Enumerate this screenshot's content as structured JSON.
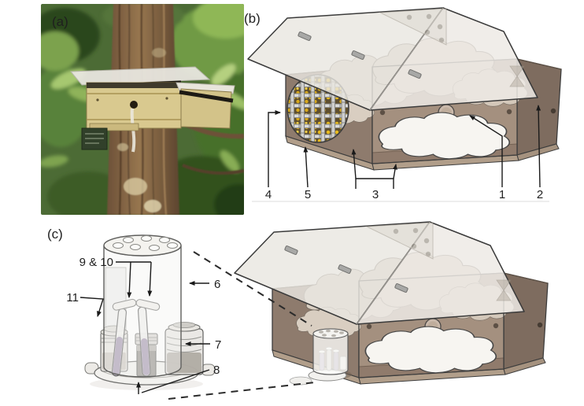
{
  "figure": {
    "panel_labels": {
      "a": "(a)",
      "b": "(b)",
      "c": "(c)"
    },
    "panel_b_callouts": {
      "n1": "1",
      "n2": "2",
      "n3": "3",
      "n4": "4",
      "n5": "5"
    },
    "panel_c_callouts": {
      "n6": "6",
      "n7": "7",
      "n8": "8",
      "n9_10": "9 & 10",
      "n11": "11"
    },
    "colors": {
      "box_wood": "#8e7b6d",
      "box_wood_dark": "#7e6c5f",
      "box_back_wall": "#a28f7e",
      "lid_translucent": "#e9e6e0",
      "cotton_white": "#f7f5f1",
      "cotton_tinted": "#d9cec1",
      "mesh_gold": "#e8ba1e",
      "tube_liquid_purple": "#a295ae",
      "outline": "#3d3d3d"
    }
  }
}
